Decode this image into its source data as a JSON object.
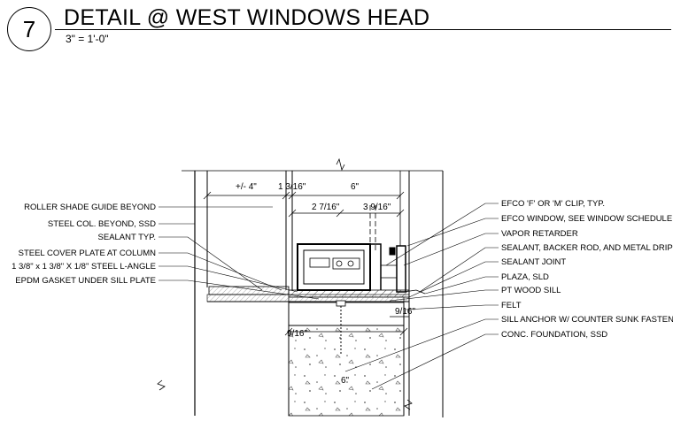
{
  "header": {
    "detail_number": "7",
    "title": "DETAIL @ WEST WINDOWS HEAD",
    "scale": "3\" = 1'-0\""
  },
  "dimensions": {
    "d1": "+/- 4\"",
    "d2": "1 3/16\"",
    "d3": "6\"",
    "d4": "2 7/16\"",
    "d5": "3 9/16\"",
    "d6": "9/16\"",
    "d7": "9/16\"",
    "d8": "6\""
  },
  "left_notes": [
    "ROLLER SHADE GUIDE BEYOND",
    "STEEL COL. BEYOND, SSD",
    "SEALANT TYP.",
    "STEEL COVER PLATE AT COLUMN",
    "1 3/8\" x 1 3/8\" X 1/8\" STEEL L-ANGLE",
    "EPDM GASKET UNDER SILL PLATE"
  ],
  "right_notes": [
    "EFCO 'F' OR 'M' CLIP, TYP.",
    "EFCO WINDOW, SEE WINDOW SCHEDULE",
    "VAPOR RETARDER",
    "SEALANT, BACKER ROD, AND METAL DRIP EDGE",
    "SEALANT JOINT",
    "PLAZA, SLD",
    "PT WOOD SILL",
    "FELT",
    "SILL ANCHOR W/ COUNTER SUNK FASTENERS, SSD",
    "CONC. FOUNDATION, SSD"
  ]
}
